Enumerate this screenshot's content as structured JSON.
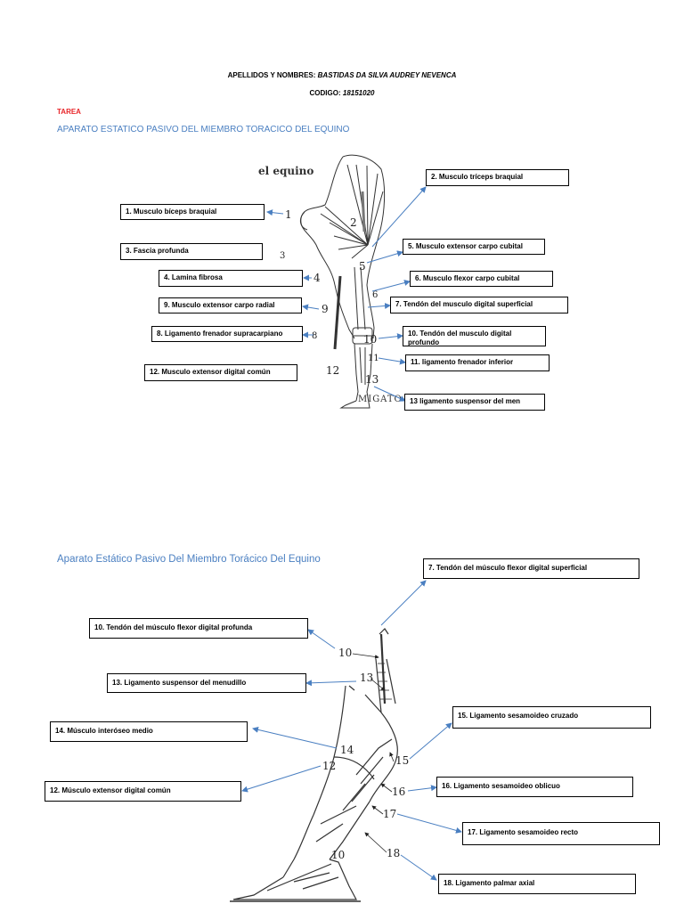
{
  "header": {
    "names_label": "APELLIDOS Y NOMBRES: ",
    "names_value": "BASTIDAS DA SILVA AUDREY NEVENCA",
    "code_label": "CODIGO: ",
    "code_value": "18151020",
    "task": "TAREA"
  },
  "section1": {
    "title": "APARATO ESTATICO PASIVO DEL MIEMBRO TORACICO DEL EQUINO",
    "figure_caption": "el equino",
    "watermark": "MIGATO",
    "numbers": [
      "1",
      "2",
      "3",
      "4",
      "5",
      "6",
      "9",
      "8",
      "10",
      "11",
      "12",
      "13"
    ],
    "labels": [
      "1. Musculo bíceps braquial",
      "2. Musculo tríceps braquial",
      "3. Fascia profunda",
      "5. Musculo extensor carpo cubital",
      "4. Lamina fibrosa",
      "6. Musculo flexor carpo cubital",
      "9. Musculo extensor carpo radial",
      "7. Tendón del musculo digital superficial",
      "8. Ligamento frenador supracarpiano",
      "10. Tendón del musculo digital profundo",
      "11. ligamento frenador inferior",
      "12. Musculo extensor digital común",
      "13 ligamento suspensor del men"
    ]
  },
  "section2": {
    "title": "Aparato Estático Pasivo Del Miembro Torácico Del Equino",
    "numbers": [
      "10",
      "13",
      "14",
      "12",
      "15",
      "16",
      "17",
      "18",
      "10"
    ],
    "labels": [
      "7. Tendón del músculo flexor digital superficial",
      "10. Tendón del músculo flexor digital profunda",
      "13. Ligamento suspensor del menudillo",
      "15. Ligamento sesamoideo cruzado",
      "14. Músculo interóseo medio",
      "16. Ligamento sesamoideo oblicuo",
      "12. Músculo extensor digital común",
      "17. Ligamento sesamoideo recto",
      "18. Ligamento palmar axial"
    ]
  },
  "colors": {
    "arrow": "#4a7fc1",
    "title": "#4a7fc1",
    "task": "#e8262a"
  }
}
